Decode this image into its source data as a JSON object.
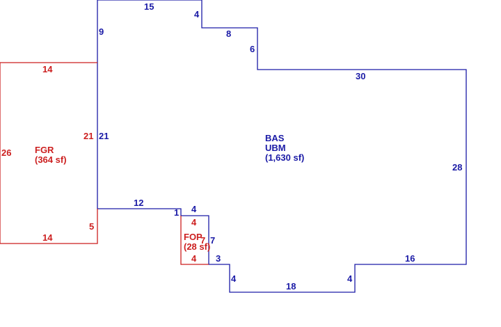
{
  "colors": {
    "main": "#1a1aa6",
    "garage": "#cc1f1f"
  },
  "main_area": {
    "code1": "BAS",
    "code2": "UBM",
    "area": "(1,630 sf)",
    "dims": {
      "top_left": "15",
      "step_1": "4",
      "top_mid": "8",
      "step_2": "6",
      "top_right": "30",
      "right": "28",
      "bottom_right": "16",
      "step_3": "4",
      "bottom": "18",
      "step_4": "4",
      "step_5": "3",
      "step_6": "7",
      "notch_top": "4",
      "notch_side": "1",
      "lower_left": "12",
      "left_mid": "21",
      "upper_left": "9"
    }
  },
  "garage": {
    "code": "FGR",
    "area": "(364 sf)",
    "dims": {
      "top": "14",
      "left": "26",
      "right": "21",
      "bottom": "14",
      "lower_right": "5"
    }
  },
  "porch": {
    "code": "FOP",
    "area": "(28 sf)",
    "dims": {
      "top": "4",
      "bottom": "4",
      "side": "7"
    }
  }
}
